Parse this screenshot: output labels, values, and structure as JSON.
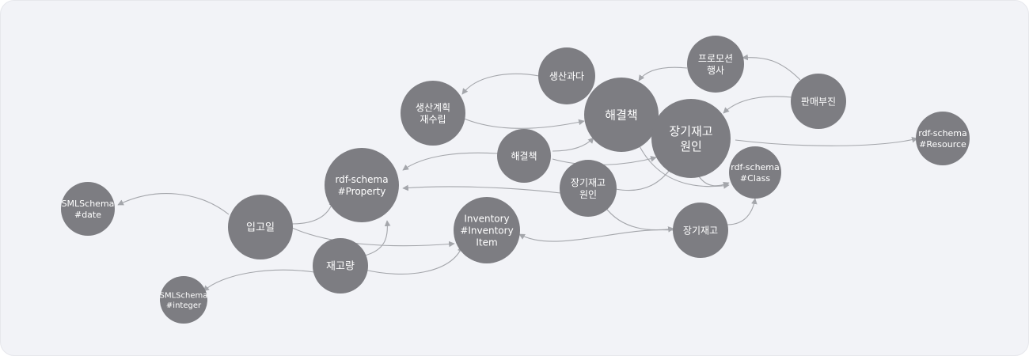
{
  "graph": {
    "nodes": [
      {
        "id": "n1",
        "name": "node-saengsan-gwada",
        "lines": [
          "생산과다"
        ]
      },
      {
        "id": "n2",
        "name": "node-promotion-event",
        "lines": [
          "프로모션",
          "행사"
        ]
      },
      {
        "id": "n3",
        "name": "node-sales-slump",
        "lines": [
          "판매부진"
        ]
      },
      {
        "id": "n4",
        "name": "node-production-replan",
        "lines": [
          "생산계획",
          "재수립"
        ]
      },
      {
        "id": "n5",
        "name": "node-solution-main",
        "lines": [
          "해결책"
        ]
      },
      {
        "id": "n6",
        "name": "node-long-term-cause-main",
        "lines": [
          "장기재고",
          "원인"
        ]
      },
      {
        "id": "n7",
        "name": "node-rdf-resource",
        "lines": [
          "rdf-schema",
          "#Resource"
        ]
      },
      {
        "id": "n8",
        "name": "node-solution-small",
        "lines": [
          "해결책"
        ]
      },
      {
        "id": "n9",
        "name": "node-rdf-property",
        "lines": [
          "rdf-schema",
          "#Property"
        ]
      },
      {
        "id": "n10",
        "name": "node-rdf-class",
        "lines": [
          "rdf-schema",
          "#Class"
        ]
      },
      {
        "id": "n11",
        "name": "node-long-term-cause-small",
        "lines": [
          "장기재고",
          "원인"
        ]
      },
      {
        "id": "n12",
        "name": "node-sml-date",
        "lines": [
          "SMLSchema",
          "#date"
        ]
      },
      {
        "id": "n13",
        "name": "node-receipt-date",
        "lines": [
          "입고일"
        ]
      },
      {
        "id": "n14",
        "name": "node-inventory-item",
        "lines": [
          "Inventory",
          "#Inventory",
          "Item"
        ]
      },
      {
        "id": "n15",
        "name": "node-long-term-stock",
        "lines": [
          "장기재고"
        ]
      },
      {
        "id": "n16",
        "name": "node-stock-quantity",
        "lines": [
          "재고량"
        ]
      },
      {
        "id": "n17",
        "name": "node-sml-integer",
        "lines": [
          "SMLSchema",
          "#integer"
        ]
      }
    ]
  },
  "colors": {
    "node": "#7d7d82",
    "edge": "#a4a6ab",
    "background": "#f2f3f7"
  }
}
